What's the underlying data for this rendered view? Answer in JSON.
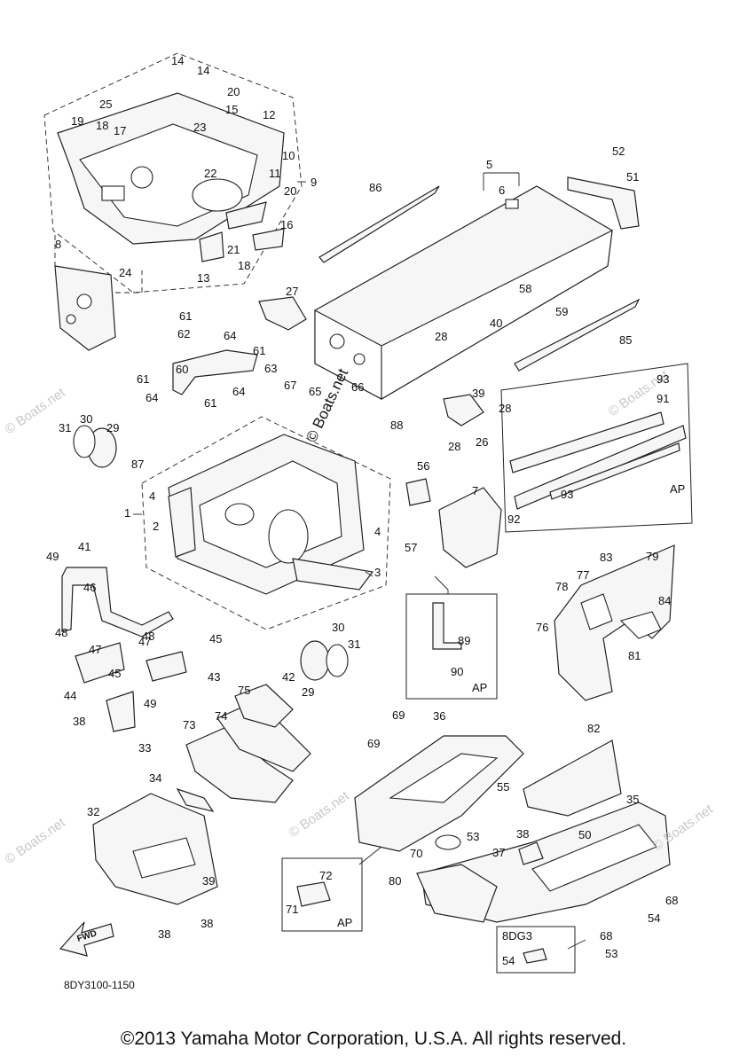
{
  "diagram": {
    "code": "8DY3100-1150",
    "fwd_label": "FWD",
    "ap_label": "AP",
    "variant_label": "8DG3",
    "watermark": "© Boats.net",
    "copyright": "©2013 Yamaha Motor Corporation, U.S.A. All rights reserved.",
    "part_numbers": [
      "1",
      "2",
      "3",
      "4",
      "4",
      "5",
      "6",
      "7",
      "8",
      "9",
      "10",
      "11",
      "12",
      "13",
      "14",
      "14",
      "15",
      "16",
      "17",
      "18",
      "18",
      "19",
      "20",
      "20",
      "21",
      "22",
      "23",
      "24",
      "25",
      "26",
      "27",
      "28",
      "28",
      "28",
      "29",
      "29",
      "30",
      "30",
      "31",
      "31",
      "32",
      "33",
      "34",
      "35",
      "36",
      "37",
      "38",
      "38",
      "38",
      "38",
      "39",
      "39",
      "40",
      "41",
      "42",
      "43",
      "44",
      "45",
      "45",
      "46",
      "47",
      "47",
      "48",
      "48",
      "49",
      "49",
      "50",
      "51",
      "52",
      "53",
      "53",
      "54",
      "54",
      "55",
      "56",
      "57",
      "58",
      "59",
      "60",
      "61",
      "61",
      "61",
      "61",
      "62",
      "63",
      "64",
      "64",
      "64",
      "65",
      "66",
      "67",
      "68",
      "68",
      "69",
      "69",
      "70",
      "71",
      "72",
      "73",
      "74",
      "75",
      "76",
      "77",
      "78",
      "79",
      "80",
      "81",
      "82",
      "83",
      "84",
      "85",
      "86",
      "87",
      "88",
      "89",
      "90",
      "91",
      "92",
      "93",
      "93"
    ]
  }
}
